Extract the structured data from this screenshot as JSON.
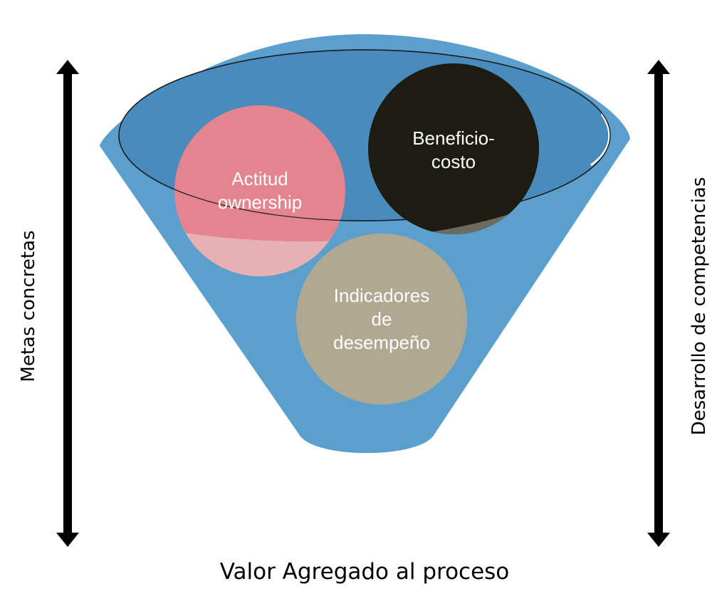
{
  "left_axis_label": "Metas concretas",
  "right_axis_label": "Desarrollo de competencias",
  "bottom_label": "Valor Agregado al proceso",
  "circles": {
    "actitud": {
      "line1": "Actitud",
      "line2": "ownership"
    },
    "beneficio": {
      "line1": "Beneficio-",
      "line2": "costo"
    },
    "indicadores": {
      "line1": "Indicadores",
      "line2": "de",
      "line3": "desempeño"
    }
  },
  "colors": {
    "funnel": "#5ba0cd",
    "funnel_mouth": "#4a8bbd",
    "actitud": "#e3848f",
    "beneficio": "#1c1c12",
    "indicadores": "#b1a892",
    "arrow": "#000000"
  }
}
